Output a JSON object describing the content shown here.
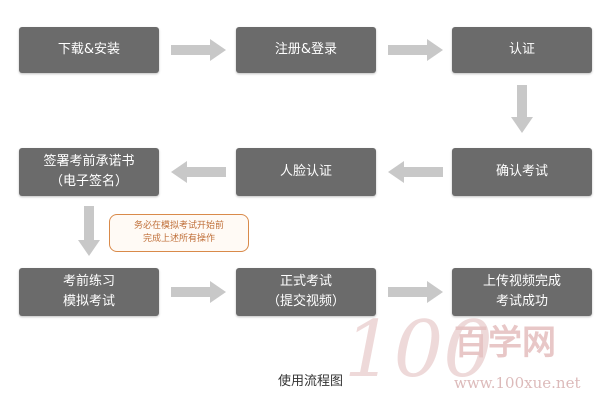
{
  "steps": {
    "download_install": {
      "label": "下载&安装"
    },
    "register_login": {
      "label": "注册&登录"
    },
    "verify": {
      "label": "认证"
    },
    "confirm_exam": {
      "label": "确认考试"
    },
    "face_verify": {
      "label": "人脸认证"
    },
    "sign_pledge": {
      "line1": "签署考前承诺书",
      "line2": "（电子签名）"
    },
    "practice": {
      "line1": "考前练习",
      "line2": "模拟考试"
    },
    "formal_exam": {
      "line1": "正式考试",
      "line2": "（提交视频）"
    },
    "upload_video": {
      "line1": "上传视频完成",
      "line2": "考试成功"
    }
  },
  "note": {
    "line1": "务必在模拟考试开始前",
    "line2": "完成上述所有操作"
  },
  "caption": "使用流程图",
  "watermark": {
    "number": "100",
    "brand": "百学网",
    "url": "www.100xue.net"
  },
  "colors": {
    "step_fill": "#6b6b6b",
    "arrow": "#c8c8c8",
    "note_border": "#d98a4a",
    "watermark": "#e8c9c9"
  }
}
